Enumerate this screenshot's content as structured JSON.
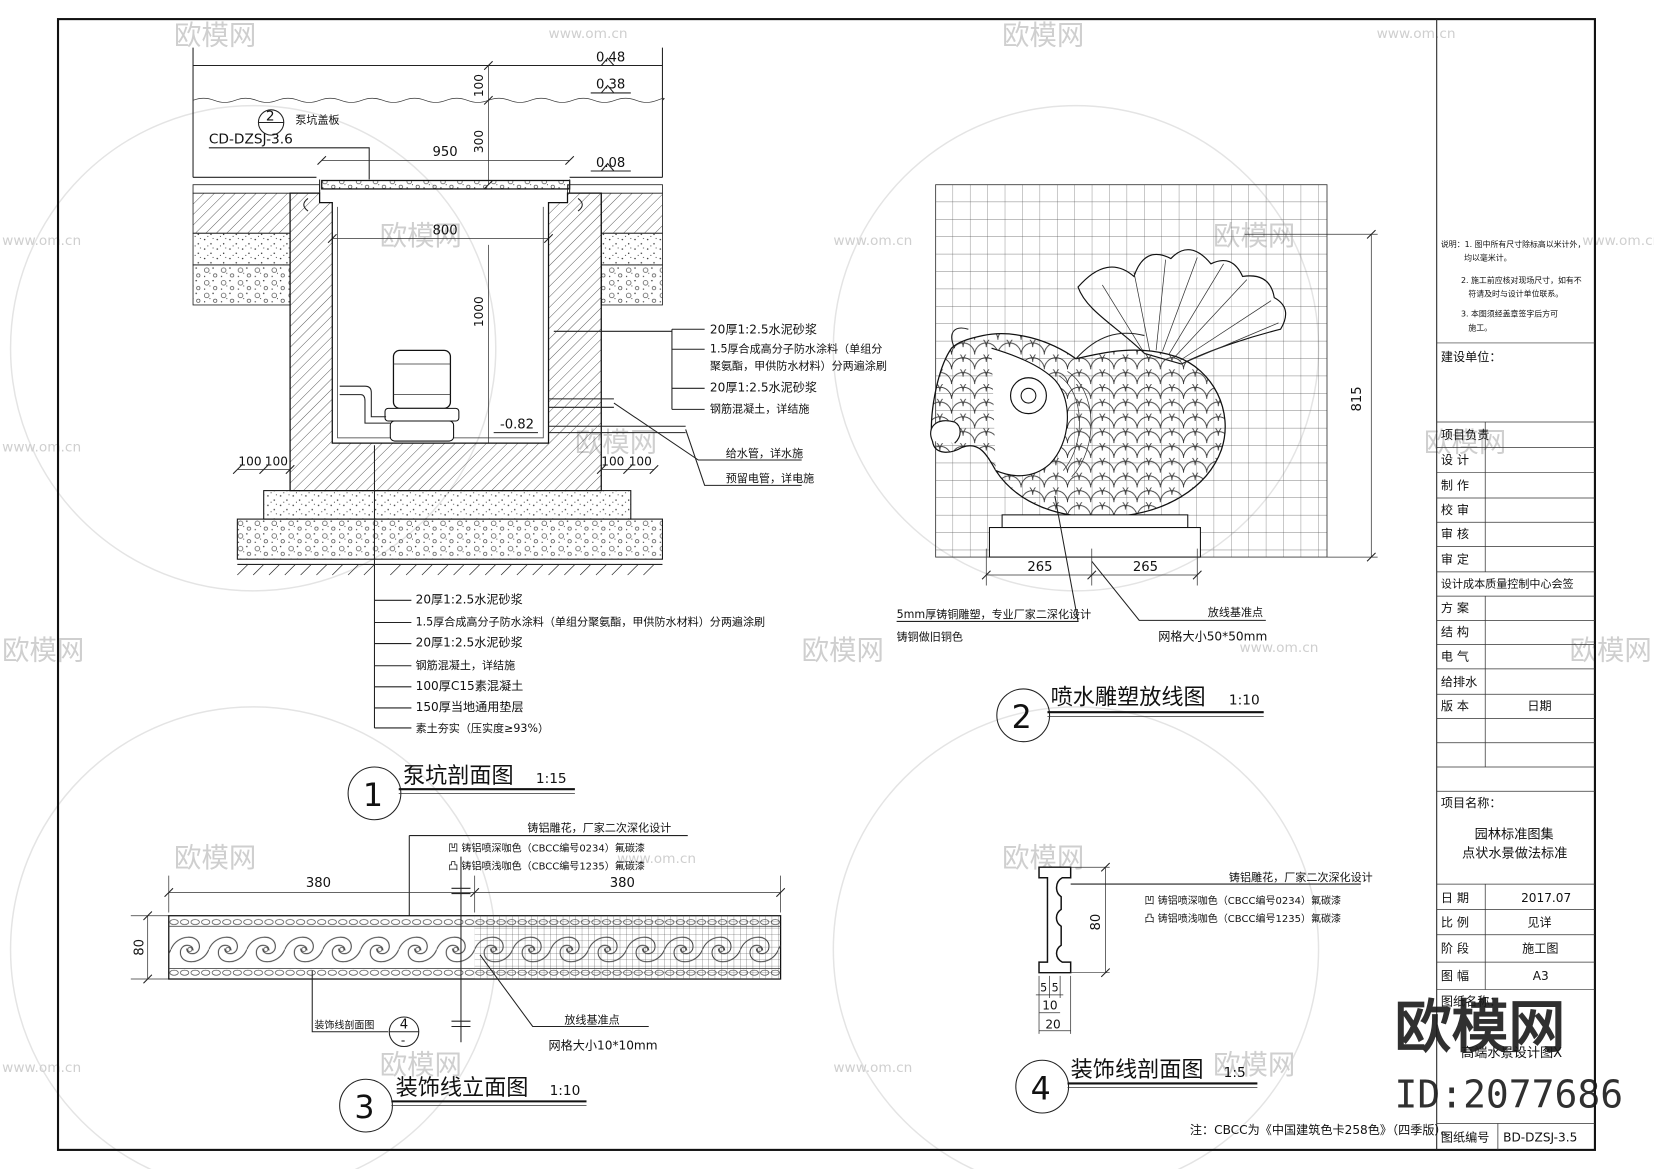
{
  "detail_1": {
    "title": "泵坑剖面图",
    "scale": "1:15",
    "number": "1",
    "levels": {
      "top": "0.48",
      "water": "0.38",
      "ground": "0.08",
      "bottom": "-0.82"
    },
    "dims": {
      "freeboard": "100",
      "water_depth": "300",
      "cover_width": "950",
      "pit_width": "800",
      "pit_depth": "1000",
      "left_outer": "100",
      "left_inner": "100",
      "right_inner": "100",
      "right_outer": "100"
    },
    "cover_ref": {
      "number": "2",
      "label": "泵坑盖板",
      "code": "CD-DZSJ-3.6"
    },
    "wall_notes": [
      "20厚1:2.5水泥砂浆",
      "1.5厚合成高分子防水涂料（单组分",
      "聚氨酯，甲供防水材料）分两遍涂刷",
      "20厚1:2.5水泥砂浆",
      "钢筋混凝土，详结施"
    ],
    "pipe_notes": [
      "给水管，详水施",
      "预留电管，详电施"
    ],
    "base_notes": [
      "20厚1:2.5水泥砂浆",
      "1.5厚合成高分子防水涂料（单组分聚氨酯，甲供防水材料）分两遍涂刷",
      "20厚1:2.5水泥砂浆",
      "钢筋混凝土，详结施",
      "100厚C15素混凝土",
      "150厚当地通用垫层",
      "素土夯实（压实度≥93%）"
    ]
  },
  "detail_2": {
    "title": "喷水雕塑放线图",
    "scale": "1:10",
    "number": "2",
    "height": "815",
    "left_width": "265",
    "right_width": "265",
    "notes": {
      "material": "5mm厚铸铜雕塑，专业厂家二深化设计",
      "finish": "铸铜做旧铜色",
      "datum": "放线基准点",
      "grid": "网格大小50*50mm"
    }
  },
  "detail_3": {
    "title": "装饰线立面图",
    "scale": "1:10",
    "number": "3",
    "segment_left": "380",
    "segment_right": "380",
    "height": "80",
    "notes": {
      "design": "铸铝雕花，厂家二次深化设计",
      "concave": "凹  铸铝喷深咖色（CBCC编号0234）氟碳漆",
      "convex": "凸  铸铝喷浅咖色（CBCC编号1235）氟碳漆",
      "datum": "放线基准点",
      "grid": "网格大小10*10mm"
    },
    "section_ref": {
      "label": "装饰线剖面图",
      "number": "4",
      "sheet": "-"
    }
  },
  "detail_4": {
    "title": "装饰线剖面图",
    "scale": "1:5",
    "number": "4",
    "height": "80",
    "bottom_dims": [
      "5",
      "5",
      "10",
      "20"
    ],
    "notes": {
      "design": "铸铝雕花，厂家二次深化设计",
      "concave": "凹  铸铝喷深咖色（CBCC编号0234）氟碳漆",
      "convex": "凸  铸铝喷浅咖色（CBCC编号1235）氟碳漆"
    }
  },
  "footnote": "注：CBCC为《中国建筑色卡258色》（四季版）。",
  "title_block": {
    "notes": [
      "说明：1. 图中所有尺寸除标高以米计外，",
      "均以毫米计。",
      "2. 施工前应核对现场尺寸，如有不",
      "符请及时与设计单位联系。",
      "3. 本图须经盖章签字后方可",
      "施工。"
    ],
    "client_label": "建设单位：",
    "roles": [
      "项目负责",
      "设  计",
      "制  作",
      "校  审",
      "审  核",
      "审  定"
    ],
    "countersign": "设计成本质量控制中心会签",
    "disciplines": [
      "方  案",
      "结  构",
      "电  气",
      "给排水"
    ],
    "version_label": "版  本",
    "version_date": "日期",
    "project_label": "项目名称：",
    "project_name": [
      "园林标准图集",
      "点状水景做法标准"
    ],
    "info": [
      {
        "label": "日  期",
        "value": "2017.07"
      },
      {
        "label": "比  例",
        "value": "见详"
      },
      {
        "label": "阶  段",
        "value": "施工图"
      },
      {
        "label": "图  幅",
        "value": "A3"
      }
    ],
    "drawing_name_label": "图纸名称：",
    "drawing_name": "高端水景设计图X",
    "drawing_no_label": "图纸编号",
    "drawing_no": "BD-DZSJ-3.5"
  },
  "watermark": {
    "brand": "欧模网",
    "url": "www.om.cn",
    "id": "ID:2077686"
  }
}
